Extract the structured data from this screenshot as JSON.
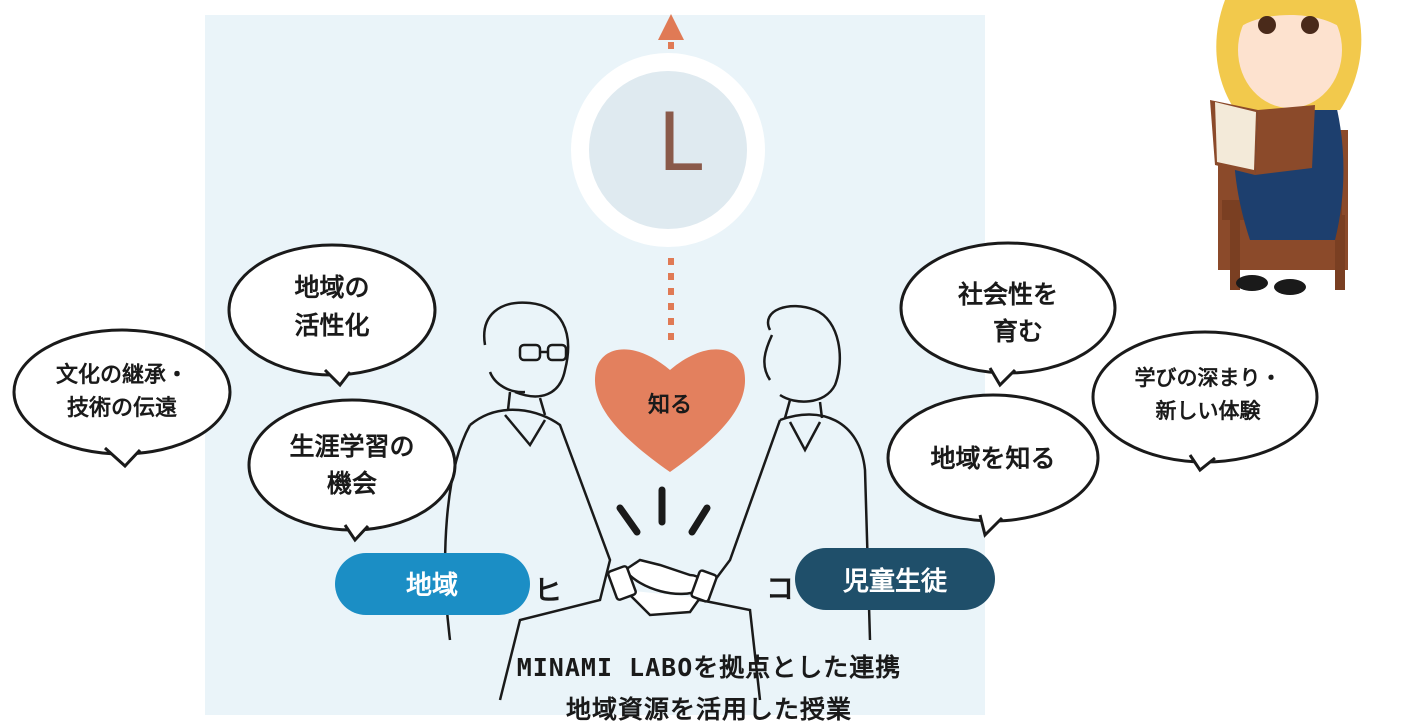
{
  "colors": {
    "panel": "#eaf4f9",
    "arrow": "#e07a55",
    "heart": "#e3805e",
    "letter": "#8a5a4a",
    "pill_left": "#1b8ec5",
    "pill_right": "#1f4f6a"
  },
  "arrow": {
    "letter": "L"
  },
  "heart": {
    "label": "知る"
  },
  "left_bubbles": [
    {
      "lines": [
        "地域の",
        "活性化"
      ]
    },
    {
      "lines": [
        "文化の継承・",
        "技術の伝遠"
      ]
    },
    {
      "lines": [
        "生涯学習の",
        "機会"
      ]
    }
  ],
  "right_bubbles": [
    {
      "lines": [
        "社会性を",
        "育む"
      ]
    },
    {
      "lines": [
        "学びの深まり・",
        "新しい体験"
      ]
    },
    {
      "lines": [
        "地域を知る"
      ]
    }
  ],
  "pills": {
    "left": "地域",
    "right": "児童生徒"
  },
  "captions": [
    "MINAMI LABOを拠点とした連携",
    "地域資源を活用した授業"
  ],
  "icons": [
    "handshake-icon",
    "sparkle-icon",
    "reading-girl-illustration"
  ]
}
